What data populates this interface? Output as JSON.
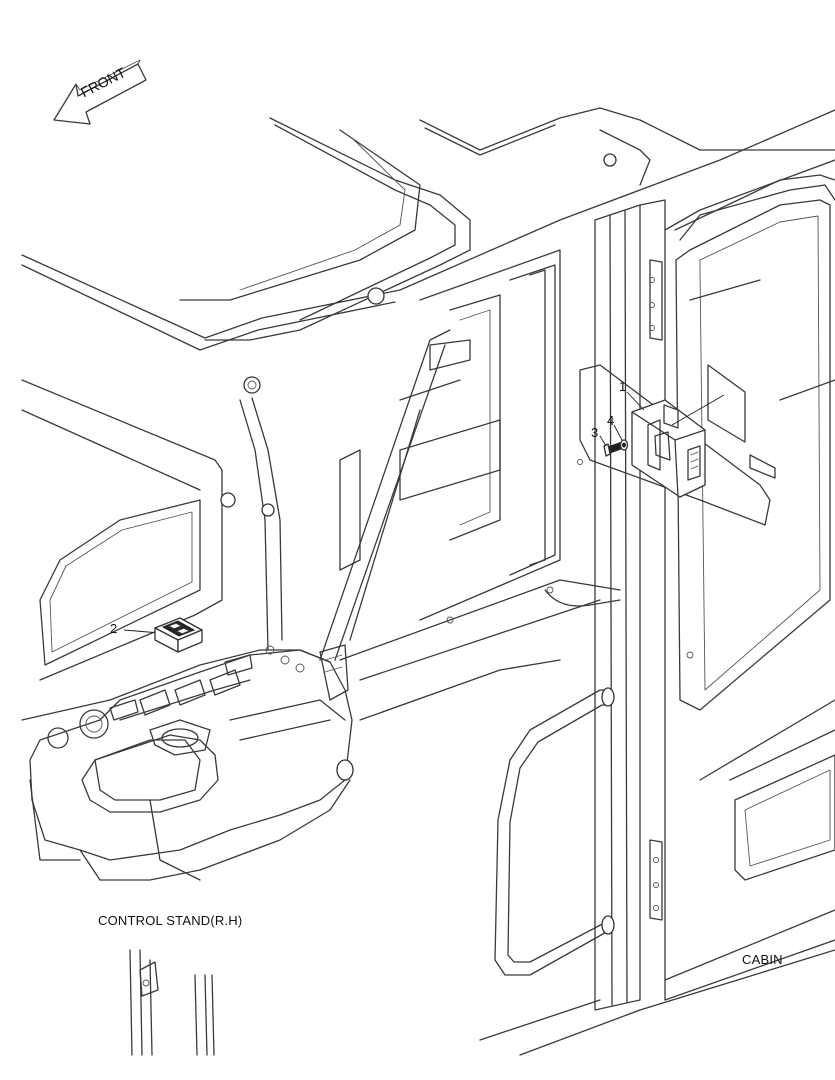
{
  "direction_label": "FRONT",
  "callouts": {
    "part1": "1",
    "part2": "2",
    "part3": "3",
    "part4": "4"
  },
  "captions": {
    "control_stand": "CONTROL STAND(R.H)",
    "cabin": "CABIN"
  },
  "colors": {
    "line": "#3a3a3a",
    "background": "#ffffff"
  }
}
